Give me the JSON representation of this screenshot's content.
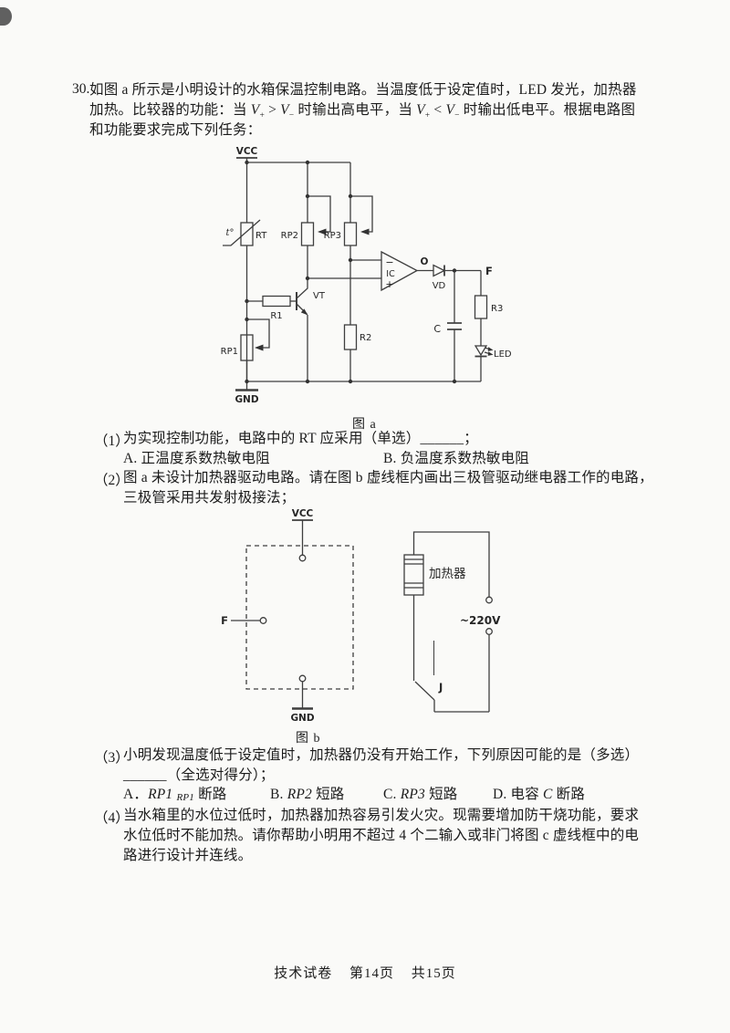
{
  "q30": {
    "num": "30.",
    "line1": "如图 a 所示是小明设计的水箱保温控制电路。当温度低于设定值时，LED 发光，加热器",
    "line2": {
      "a": "加热。比较器的功能：当 ",
      "v": "V",
      "sub_plus": "+",
      "gt": " > ",
      "sub_minus": "−",
      "b": " 时输出高电平，当 ",
      "lt": " < ",
      "c": " 时输出低电平。根据电路图"
    },
    "line3": "和功能要求完成下列任务："
  },
  "fig_a": {
    "caption": "图 a",
    "labels": {
      "vcc": "VCC",
      "gnd": "GND",
      "t_deg": "t°",
      "rt": "RT",
      "rp1": "RP1",
      "rp2": "RP2",
      "rp3": "RP3",
      "r1": "R1",
      "r2": "R2",
      "r3": "R3",
      "vt": "VT",
      "minus": "−",
      "ic": "IC",
      "plus": "+",
      "o": "O",
      "vd": "VD",
      "f": "F",
      "c": "C",
      "led": "LED"
    }
  },
  "q1": {
    "num": "（1）",
    "line1": "为实现控制功能，电路中的 RT 应采用（单选）______；",
    "opt_a": "A. 正温度系数热敏电阻",
    "opt_b": "B. 负温度系数热敏电阻"
  },
  "q2": {
    "num": "（2）",
    "line1": "图 a 未设计加热器驱动电路。请在图 b 虚线框内画出三极管驱动继电器工作的电路，",
    "line2": "三极管采用共发射极接法；"
  },
  "fig_b": {
    "caption": "图 b",
    "labels": {
      "vcc": "VCC",
      "gnd": "GND",
      "f": "F",
      "heater": "加热器",
      "voltage": "~220V",
      "relay": "J"
    }
  },
  "q3": {
    "num": "（3）",
    "line1": "小明发现温度低于设定值时，加热器仍没有开始工作，下列原因可能的是（多选）",
    "line2": "______（全选对得分）；",
    "options": [
      {
        "prefix": "A．",
        "sym": "RP1",
        "dup": "RP1",
        "rest": " 断路"
      },
      {
        "prefix": "B. ",
        "sym": "RP2",
        "rest": " 短路"
      },
      {
        "prefix": "C. ",
        "sym": "RP3",
        "rest": " 短路"
      },
      {
        "prefix": "D. 电容 ",
        "sym": "C",
        "rest": " 断路"
      }
    ]
  },
  "q4": {
    "num": "（4）",
    "line1": "当水箱里的水位过低时，加热器加热容易引发火灾。现需要增加防干烧功能，要求",
    "line2": "水位低时不能加热。请你帮助小明用不超过 4 个二输入或非门将图 c 虚线框中的电",
    "line3": "路进行设计并连线。"
  },
  "footer": {
    "part1": "技术试卷",
    "part2": "第14页",
    "part3": "共15页"
  }
}
